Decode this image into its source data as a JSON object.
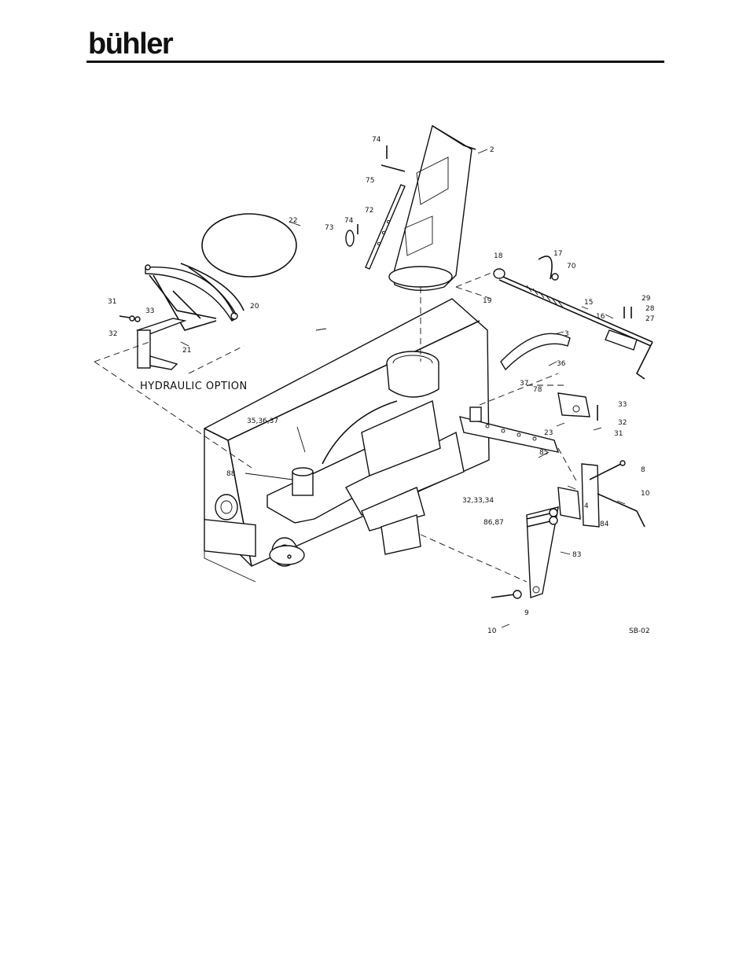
{
  "header": {
    "brand": "bühler"
  },
  "diagram": {
    "option_label": "HYDRAULIC  OPTION",
    "drawing_code": "SB-02",
    "callouts": [
      "74",
      "2",
      "75",
      "72",
      "74",
      "73",
      "22",
      "18",
      "17",
      "70",
      "19",
      "15",
      "16",
      "29",
      "28",
      "27",
      "31",
      "33",
      "32",
      "20",
      "21",
      "3",
      "36",
      "37",
      "78",
      "33",
      "32",
      "23",
      "31",
      "35,36,37",
      "85",
      "8",
      "88",
      "10",
      "4",
      "32,33,34",
      "84",
      "86,87",
      "83",
      "9",
      "10"
    ]
  }
}
